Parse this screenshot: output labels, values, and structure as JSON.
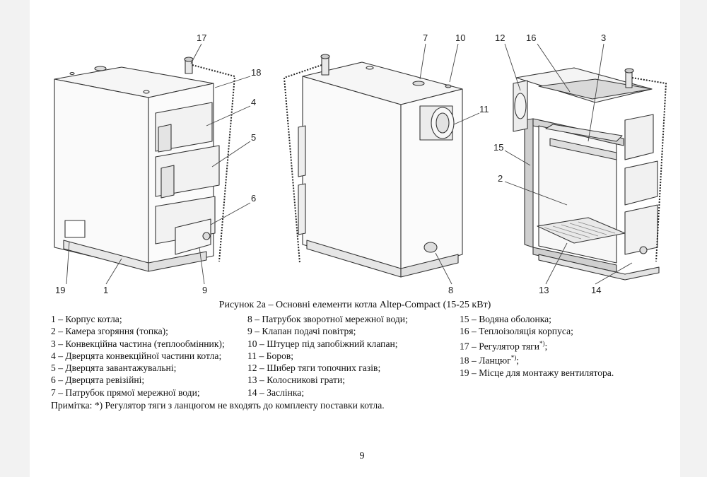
{
  "figure": {
    "callouts": {
      "c1": "1",
      "c2": "2",
      "c3": "3",
      "c4": "4",
      "c5": "5",
      "c6": "6",
      "c7": "7",
      "c8": "8",
      "c9": "9",
      "c10": "10",
      "c11": "11",
      "c12": "12",
      "c13": "13",
      "c14": "14",
      "c15": "15",
      "c16": "16",
      "c17": "17",
      "c18": "18",
      "c19": "19"
    }
  },
  "caption": "Рисунок 2а – Основні елементи котла Altep-Compact (15-25 кВт)",
  "legend": {
    "col1": [
      "1 – Корпус котла;",
      "2 – Камера згоряння (топка);",
      "3 – Конвекційна частина (теплообмінник);",
      "4 – Дверцята конвекційної частини котла;",
      "5 – Дверцята завантажувальні;",
      "6 – Дверцята ревізійні;",
      "7 – Патрубок прямої мережної води;"
    ],
    "col2": [
      "8 – Патрубок зворотної мережної води;",
      "9 – Клапан подачі повітря;",
      "10 – Штуцер під запобіжний клапан;",
      "11 – Боров;",
      "12 – Шибер тяги топочних газів;",
      "13 – Колосникові грати;",
      "14 – Заслінка;"
    ],
    "col3": [
      "15 – Водяна оболонка;",
      "16 – Теплоізоляція корпуса;",
      "17 – Регулятор тяги",
      "18 – Ланцюг",
      "19 – Місце для монтажу вентилятора."
    ],
    "superscript": "*)",
    "col3_suffix": ";"
  },
  "note": "Примітка: *) Регулятор тяги з ланцюгом не входять до комплекту поставки котла.",
  "page_number": "9"
}
